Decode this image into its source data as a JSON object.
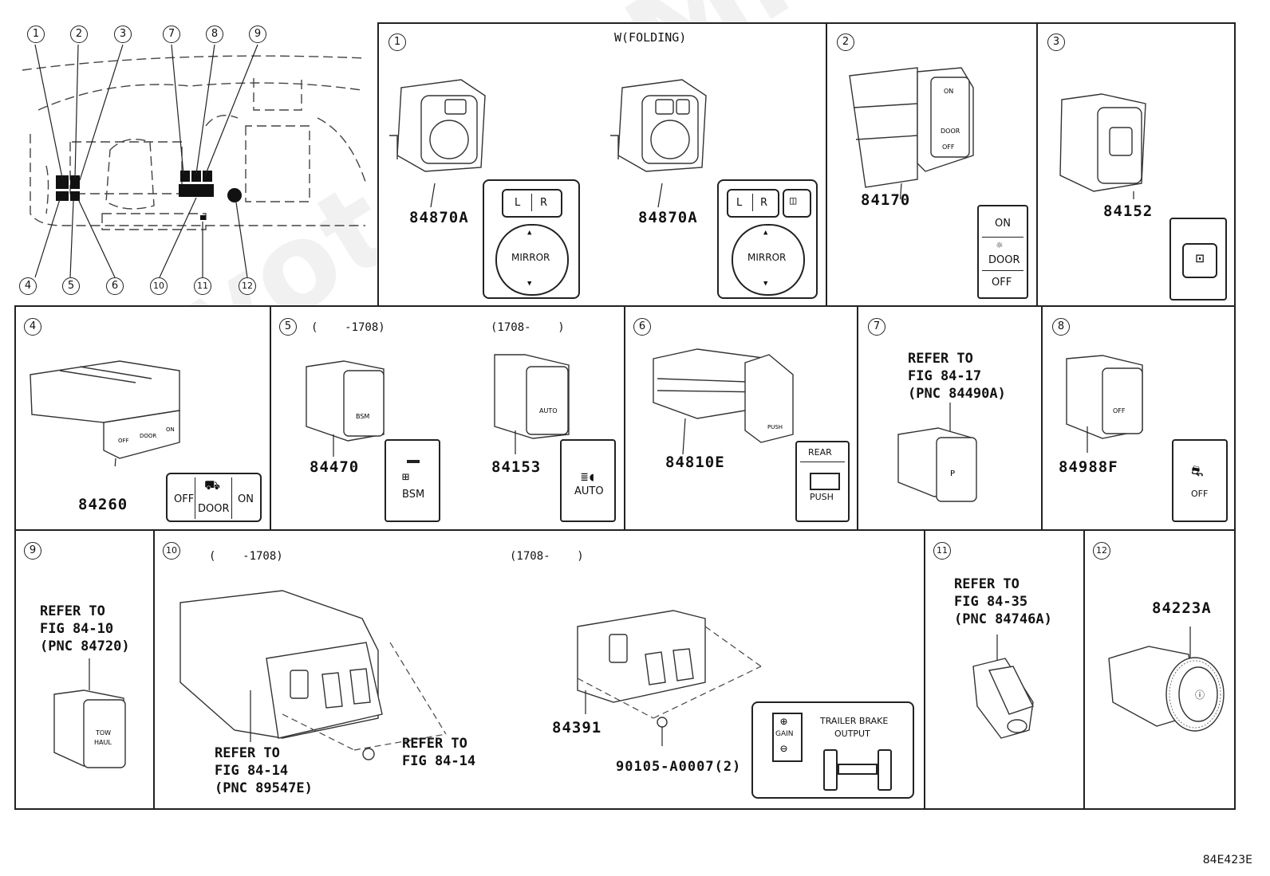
{
  "watermark": "ToyotaCarMine.ru",
  "figure_code": "84E423E",
  "overview": {
    "callouts": [
      "1",
      "2",
      "3",
      "4",
      "5",
      "6",
      "7",
      "8",
      "9",
      "10",
      "11",
      "12"
    ]
  },
  "cell1": {
    "num": "1",
    "title": "W(FOLDING)",
    "part_a": "84870A",
    "part_b": "84870A",
    "face_a": {
      "l": "L",
      "r": "R",
      "mirror": "MIRROR"
    },
    "face_b": {
      "l": "L",
      "r": "R",
      "mirror": "MIRROR"
    }
  },
  "cell2": {
    "num": "2",
    "part": "84170",
    "face": {
      "on": "ON",
      "door": "DOOR",
      "off": "OFF"
    }
  },
  "cell3": {
    "num": "3",
    "part": "84152"
  },
  "cell4": {
    "num": "4",
    "part": "84260",
    "face": {
      "off": "OFF",
      "door": "DOOR",
      "on": "ON"
    }
  },
  "cell5": {
    "num": "5",
    "range_a": "(    -1708)",
    "range_b": "(1708-    )",
    "part_a": "84470",
    "part_b": "84153",
    "face_a": "BSM",
    "face_b": "AUTO"
  },
  "cell6": {
    "num": "6",
    "part": "84810E",
    "face": {
      "rear": "REAR",
      "push": "PUSH"
    }
  },
  "cell7": {
    "num": "7",
    "ref": "REFER TO\nFIG 84-17\n(PNC 84490A)"
  },
  "cell8": {
    "num": "8",
    "part": "84988F",
    "face": "OFF"
  },
  "cell9": {
    "num": "9",
    "ref": "REFER TO\nFIG 84-10\n(PNC 84720)",
    "face": "TOW\nHAUL"
  },
  "cell10": {
    "num": "10",
    "range_a": "(    -1708)",
    "range_b": "(1708-    )",
    "ref_a": "REFER TO\nFIG 84-14\n(PNC 89547E)",
    "ref_b": "REFER TO\nFIG 84-14",
    "part": "84391",
    "bolt": "90105-A0007(2)",
    "face": {
      "gain": "GAIN",
      "line1": "TRAILER BRAKE",
      "line2": "OUTPUT"
    }
  },
  "cell11": {
    "num": "11",
    "ref": "REFER TO\nFIG 84-35\n(PNC 84746A)"
  },
  "cell12": {
    "num": "12",
    "part": "84223A"
  }
}
